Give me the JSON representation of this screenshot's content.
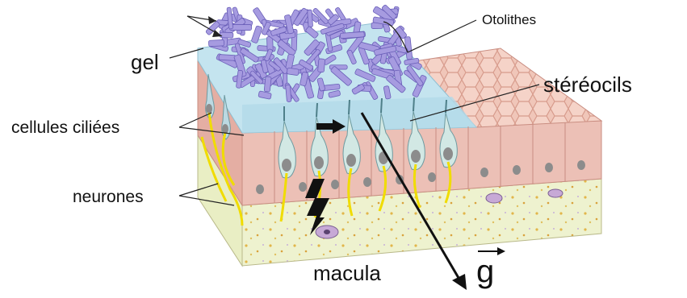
{
  "labels": {
    "otolithes": "Otolithes",
    "gel": "gel",
    "stereocils": "stéréocils",
    "cellules_ciliees": "cellules ciliées",
    "neurones": "neurones",
    "macula": "macula",
    "g": "g"
  },
  "colors": {
    "otolith_fill": "#a69be0",
    "otolith_stroke": "#6a5fb8",
    "gel": "#bfe2ee",
    "epithelium": "#e8b7ad",
    "epithelium_dark": "#d49488",
    "cell_body": "#c9e3e0",
    "nucleus": "#8c8c8c",
    "support_layer": "#eef2cf",
    "nerve": "#f2e000",
    "arrow": "#111111"
  }
}
